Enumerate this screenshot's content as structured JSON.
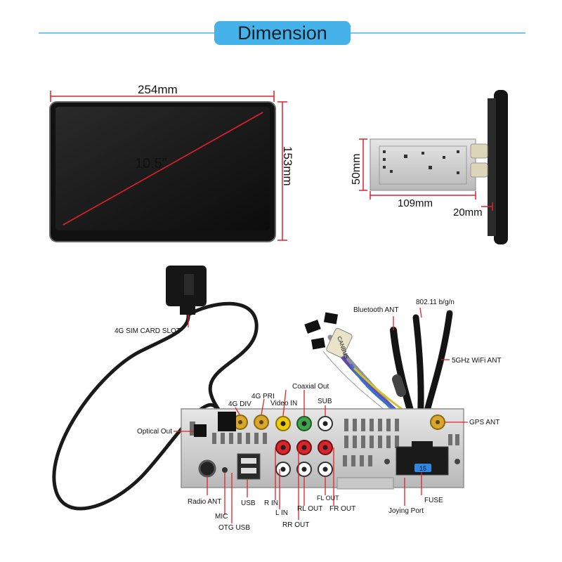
{
  "header": {
    "title": "Dimension"
  },
  "front_view": {
    "width_label": "254mm",
    "height_label": "153mm",
    "screen_size": "10.5”"
  },
  "side_view": {
    "height_label": "50mm",
    "depth_label": "109mm",
    "bezel_label": "20mm"
  },
  "connectors": {
    "sim_slot": "4G SIM CARD SLOT",
    "bluetooth": "Bluetooth ANT",
    "wifi_24": "802.11 b/g/n",
    "wifi_5": "5GHz WiFi ANT",
    "canbus": "CANBUS",
    "coaxial": "Coaxial Out",
    "g4_pri": "4G PRI",
    "video_in": "Video IN",
    "sub": "SUB",
    "g4_div": "4G DIV",
    "gps": "GPS ANT",
    "optical": "Optical Out",
    "radio": "Radio ANT",
    "usb": "USB",
    "mic": "MIC",
    "otg": "OTG USB",
    "r_in": "R IN",
    "l_in": "L IN",
    "rr_out": "RR OUT",
    "rl_out": "RL OUT",
    "fl_out": "FL OUT",
    "fr_out": "FR OUT",
    "joying_port": "Joying Port",
    "fuse": "FUSE",
    "fuse_value": "15"
  },
  "colors": {
    "accent": "#45b3ea",
    "dimension": "#e0202a",
    "line": "#45b3ea"
  }
}
